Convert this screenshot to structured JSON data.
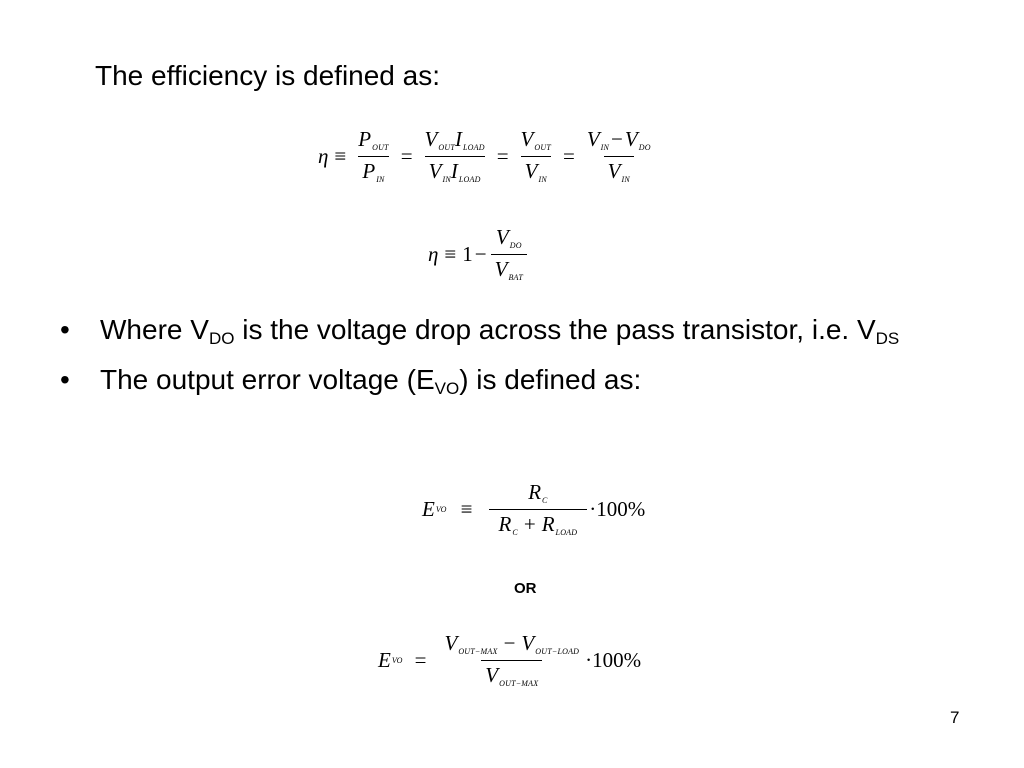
{
  "heading": "The efficiency is defined as:",
  "equation1": {
    "lhs": "η",
    "equiv": "≡",
    "f1_num_sym": "P",
    "f1_num_sub": "OUT",
    "f1_den_sym": "P",
    "f1_den_sub": "IN",
    "eq_a": "=",
    "f2_num_v": "V",
    "f2_num_v_sub": "OUT",
    "f2_num_i": "I",
    "f2_num_i_sub": "LOAD",
    "f2_den_v": "V",
    "f2_den_v_sub": "IN",
    "f2_den_i": "I",
    "f2_den_i_sub": "LOAD",
    "eq_b": "=",
    "f3_num_sym": "V",
    "f3_num_sub": "OUT",
    "f3_den_sym": "V",
    "f3_den_sub": "IN",
    "eq_c": "=",
    "f4_num_a": "V",
    "f4_num_a_sub": "IN",
    "f4_minus": "−",
    "f4_num_b": "V",
    "f4_num_b_sub": "DO",
    "f4_den_sym": "V",
    "f4_den_sub": "IN"
  },
  "equation2": {
    "lhs": "η",
    "equiv": "≡",
    "one": "1",
    "minus": "−",
    "num_sym": "V",
    "num_sub": "DO",
    "den_sym": "V",
    "den_sub": "BAT"
  },
  "bullets": [
    {
      "bullet": "•",
      "pre": "Where V",
      "sub": "DO",
      "post": " is the voltage drop across the pass transistor, i.e. V",
      "sub2": "DS"
    },
    {
      "bullet": "•",
      "pre": "The output error voltage (E",
      "sub": "VO",
      "post": ") is defined as:"
    }
  ],
  "equation3": {
    "lhs": "E",
    "lhs_sub": "VO",
    "equiv": "≡",
    "num_sym": "R",
    "num_sub": "C",
    "den_a": "R",
    "den_a_sub": "C",
    "den_plus": "+",
    "den_b": "R",
    "den_b_sub": "LOAD",
    "times": "·",
    "factor": "100%"
  },
  "or_label": "OR",
  "equation4": {
    "lhs": "E",
    "lhs_sub": "VO",
    "eq": "=",
    "num_a": "V",
    "num_a_sub": "OUT−MAX",
    "minus": "−",
    "num_b": "V",
    "num_b_sub": "OUT−LOAD",
    "den_sym": "V",
    "den_sub": "OUT−MAX",
    "times": "·",
    "factor": "100%"
  },
  "page_number": "7"
}
